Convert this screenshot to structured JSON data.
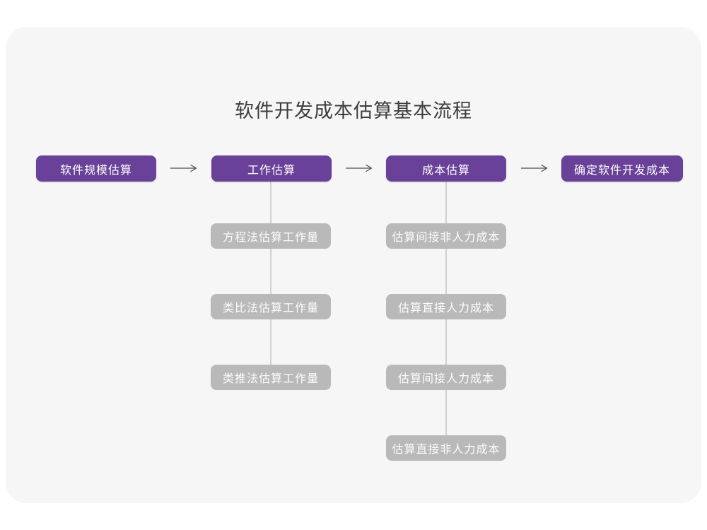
{
  "title": "软件开发成本估算基本流程",
  "colors": {
    "accent": "#6a4199",
    "node-gray": "#b9b9b9",
    "canvas": "#f6f6f6",
    "line": "#d0d0d0",
    "arrow": "#4d4d4d",
    "title": "#3c3c3c"
  },
  "flow": {
    "main_steps": [
      {
        "label": "软件规模估算"
      },
      {
        "label": "工作估算"
      },
      {
        "label": "成本估算"
      },
      {
        "label": "确定软件开发成本"
      }
    ],
    "work_branch": [
      {
        "label": "方程法估算工作量"
      },
      {
        "label": "类比法估算工作量"
      },
      {
        "label": "类推法估算工作量"
      }
    ],
    "cost_branch": [
      {
        "label": "估算间接非人力成本"
      },
      {
        "label": "估算直接人力成本"
      },
      {
        "label": "估算间接人力成本"
      },
      {
        "label": "估算直接非人力成本"
      }
    ]
  }
}
